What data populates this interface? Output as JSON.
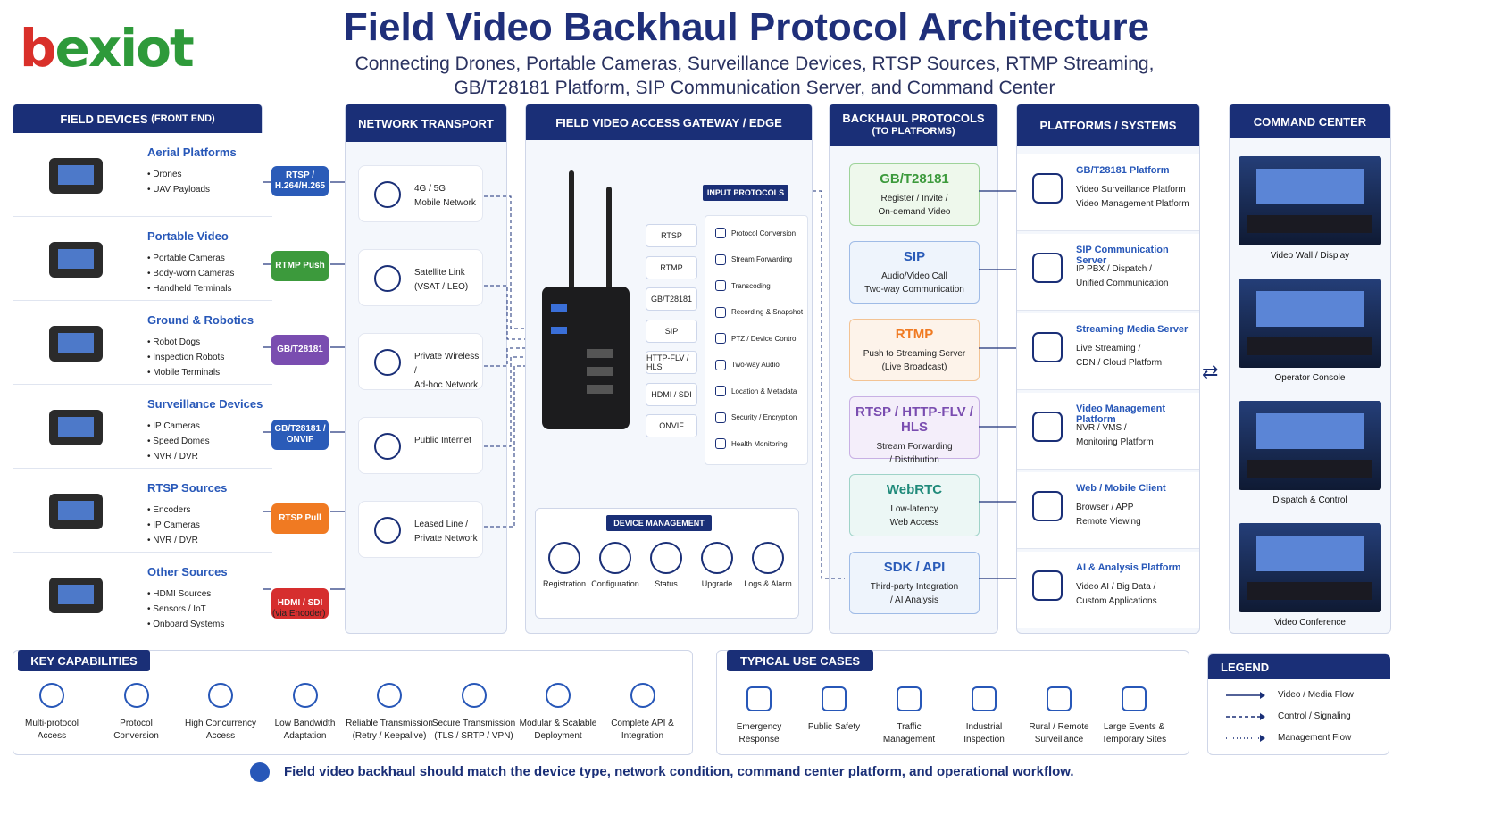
{
  "logo": "bexiot",
  "title": "Field Video Backhaul Protocol Architecture",
  "subtitle_1": "Connecting Drones, Portable Cameras, Surveillance Devices, RTSP Sources, RTMP Streaming,",
  "subtitle_2": "GB/T28181 Platform, SIP Communication Server, and Command Center",
  "headers": {
    "field": "FIELD DEVICES",
    "field_sub": "(FRONT END)",
    "network": "NETWORK TRANSPORT",
    "gateway": "FIELD VIDEO ACCESS GATEWAY / EDGE",
    "backhaul_1": "BACKHAUL PROTOCOLS",
    "backhaul_2": "(TO PLATFORMS)",
    "platforms": "PLATFORMS / SYSTEMS",
    "command": "COMMAND CENTER"
  },
  "devices": [
    {
      "name": "Aerial Platforms",
      "items": [
        "Drones",
        "UAV Payloads"
      ],
      "protocol": "RTSP / H.264/H.265",
      "color": "#2a5bb8"
    },
    {
      "name": "Portable Video",
      "items": [
        "Portable Cameras",
        "Body-worn Cameras",
        "Handheld Terminals"
      ],
      "protocol": "RTMP Push",
      "color": "#3c9a3c"
    },
    {
      "name": "Ground & Robotics",
      "items": [
        "Robot Dogs",
        "Inspection Robots",
        "Mobile Terminals"
      ],
      "protocol": "GB/T28181",
      "color": "#7a4db0"
    },
    {
      "name": "Surveillance Devices",
      "items": [
        "IP Cameras",
        "Speed Domes",
        "NVR / DVR"
      ],
      "protocol": "GB/T28181 / ONVIF",
      "color": "#2a5bb8"
    },
    {
      "name": "RTSP Sources",
      "items": [
        "Encoders",
        "IP Cameras",
        "NVR / DVR"
      ],
      "protocol": "RTSP Pull",
      "color": "#f07a22"
    },
    {
      "name": "Other Sources",
      "items": [
        "HDMI Sources",
        "Sensors / IoT",
        "Onboard Systems"
      ],
      "protocol": "HDMI / SDI",
      "color": "#d62e2e"
    }
  ],
  "via_encoder": "(via Encoder)",
  "networks": [
    {
      "line1": "4G / 5G",
      "line2": "Mobile Network"
    },
    {
      "line1": "Satellite Link",
      "line2": "(VSAT / LEO)"
    },
    {
      "line1": "Private Wireless /",
      "line2": "Ad-hoc Network"
    },
    {
      "line1": "Public Internet",
      "line2": ""
    },
    {
      "line1": "Leased Line /",
      "line2": "Private Network"
    }
  ],
  "input_protocols_label": "INPUT PROTOCOLS",
  "inputs": [
    "RTSP",
    "RTMP",
    "GB/T28181",
    "SIP",
    "HTTP-FLV / HLS",
    "HDMI / SDI",
    "ONVIF"
  ],
  "functions": [
    "Protocol Conversion",
    "Stream Forwarding",
    "Transcoding",
    "Recording & Snapshot",
    "PTZ / Device Control",
    "Two-way Audio",
    "Location & Metadata",
    "Security / Encryption",
    "Health Monitoring"
  ],
  "device_mgmt_label": "DEVICE MANAGEMENT",
  "mgmt": [
    "Registration",
    "Configuration",
    "Status",
    "Upgrade",
    "Logs & Alarm"
  ],
  "backhaul": [
    {
      "name": "GB/T28181",
      "d1": "Register / Invite /",
      "d2": "On-demand Video",
      "color": "#3c9a3c",
      "bg": "#eef8ec",
      "border": "#9ed39a"
    },
    {
      "name": "SIP",
      "d1": "Audio/Video Call",
      "d2": "Two-way Communication",
      "color": "#2a5bb8",
      "bg": "#eef4fc",
      "border": "#9fbbe6"
    },
    {
      "name": "RTMP",
      "d1": "Push to Streaming Server",
      "d2": "(Live Broadcast)",
      "color": "#f07a22",
      "bg": "#fdf3ea",
      "border": "#f3c394"
    },
    {
      "name": "RTSP / HTTP-FLV / HLS",
      "d1": "Stream Forwarding",
      "d2": "/ Distribution",
      "color": "#7a4db0",
      "bg": "#f4eefa",
      "border": "#c8b0e4"
    },
    {
      "name": "WebRTC",
      "d1": "Low-latency",
      "d2": "Web Access",
      "color": "#1f8a7a",
      "bg": "#ecf7f5",
      "border": "#9fd3c8"
    },
    {
      "name": "SDK / API",
      "d1": "Third-party Integration",
      "d2": "/ AI Analysis",
      "color": "#2a5bb8",
      "bg": "#eef4fc",
      "border": "#9fbbe6"
    }
  ],
  "platforms": [
    {
      "name": "GB/T28181 Platform",
      "d1": "Video Surveillance Platform",
      "d2": "Video Management Platform"
    },
    {
      "name": "SIP Communication Server",
      "d1": "IP PBX / Dispatch /",
      "d2": "Unified Communication"
    },
    {
      "name": "Streaming Media Server",
      "d1": "Live Streaming /",
      "d2": "CDN / Cloud Platform"
    },
    {
      "name": "Video Management Platform",
      "d1": "NVR / VMS /",
      "d2": "Monitoring Platform"
    },
    {
      "name": "Web / Mobile Client",
      "d1": "Browser / APP",
      "d2": "Remote Viewing"
    },
    {
      "name": "AI & Analysis Platform",
      "d1": "Video AI / Big Data /",
      "d2": "Custom Applications"
    }
  ],
  "command": [
    "Video Wall / Display",
    "Operator Console",
    "Dispatch & Control",
    "Video Conference"
  ],
  "key_capabilities_label": "KEY CAPABILITIES",
  "capabilities": [
    {
      "l1": "Multi-protocol",
      "l2": "Access"
    },
    {
      "l1": "Protocol",
      "l2": "Conversion"
    },
    {
      "l1": "High Concurrency",
      "l2": "Access"
    },
    {
      "l1": "Low Bandwidth",
      "l2": "Adaptation"
    },
    {
      "l1": "Reliable Transmission",
      "l2": "(Retry / Keepalive)"
    },
    {
      "l1": "Secure Transmission",
      "l2": "(TLS / SRTP / VPN)"
    },
    {
      "l1": "Modular & Scalable",
      "l2": "Deployment"
    },
    {
      "l1": "Complete API &",
      "l2": "Integration"
    }
  ],
  "use_cases_label": "TYPICAL USE CASES",
  "use_cases": [
    {
      "l1": "Emergency",
      "l2": "Response"
    },
    {
      "l1": "Public Safety",
      "l2": ""
    },
    {
      "l1": "Traffic",
      "l2": "Management"
    },
    {
      "l1": "Industrial",
      "l2": "Inspection"
    },
    {
      "l1": "Rural / Remote",
      "l2": "Surveillance"
    },
    {
      "l1": "Large Events &",
      "l2": "Temporary Sites"
    }
  ],
  "legend_label": "LEGEND",
  "legend": [
    "Video / Media Flow",
    "Control / Signaling",
    "Management Flow"
  ],
  "footer": "Field video backhaul should match the device type, network condition, command center platform, and operational workflow."
}
